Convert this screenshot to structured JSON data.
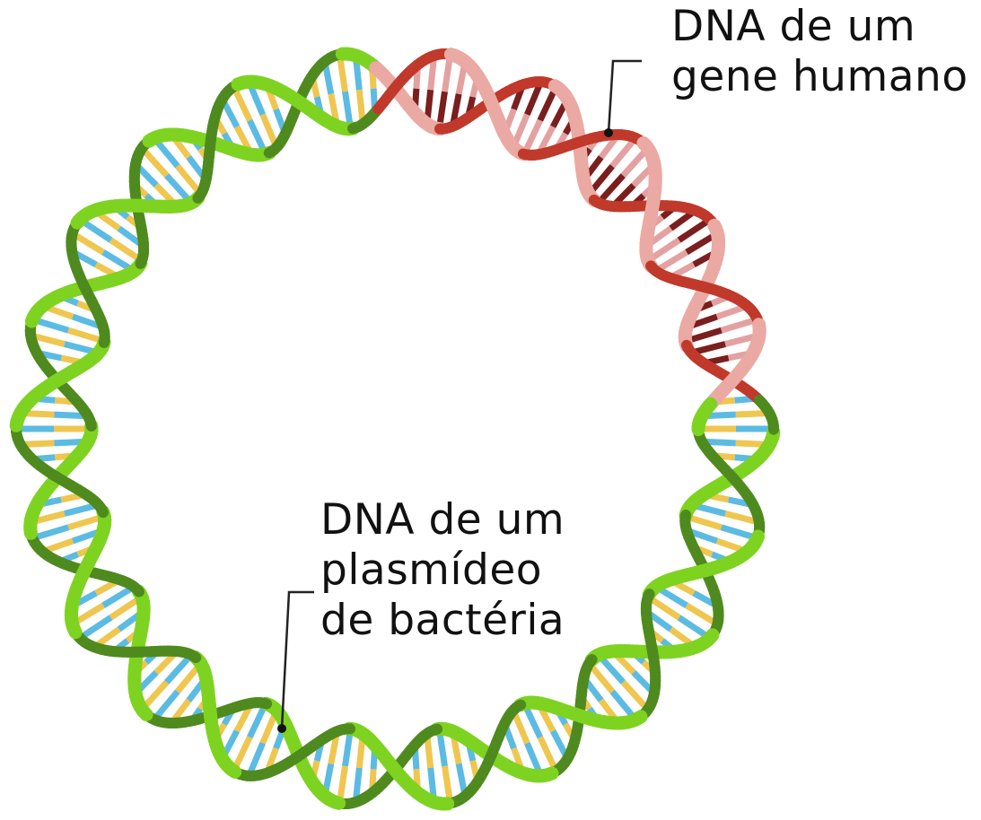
{
  "labels": {
    "human_gene": [
      "DNA de um",
      "gene humano"
    ],
    "plasmid": [
      "DNA de um",
      "plasmídeo",
      "de bactéria"
    ]
  },
  "colors": {
    "plasmid_backbone_light": "#7ed321",
    "plasmid_backbone_dark": "#4f8a1e",
    "human_backbone_dark": "#c0392b",
    "human_backbone_light": "#eaa9a3",
    "base_blue": "#5bbbe3",
    "base_yellow": "#efc64f",
    "human_base_dark": "#7b1e1e",
    "human_base_light": "#e4a1a1",
    "leader_line": "#222222"
  },
  "icons": {
    "plasmid_ring": "dna-double-helix-ring"
  }
}
